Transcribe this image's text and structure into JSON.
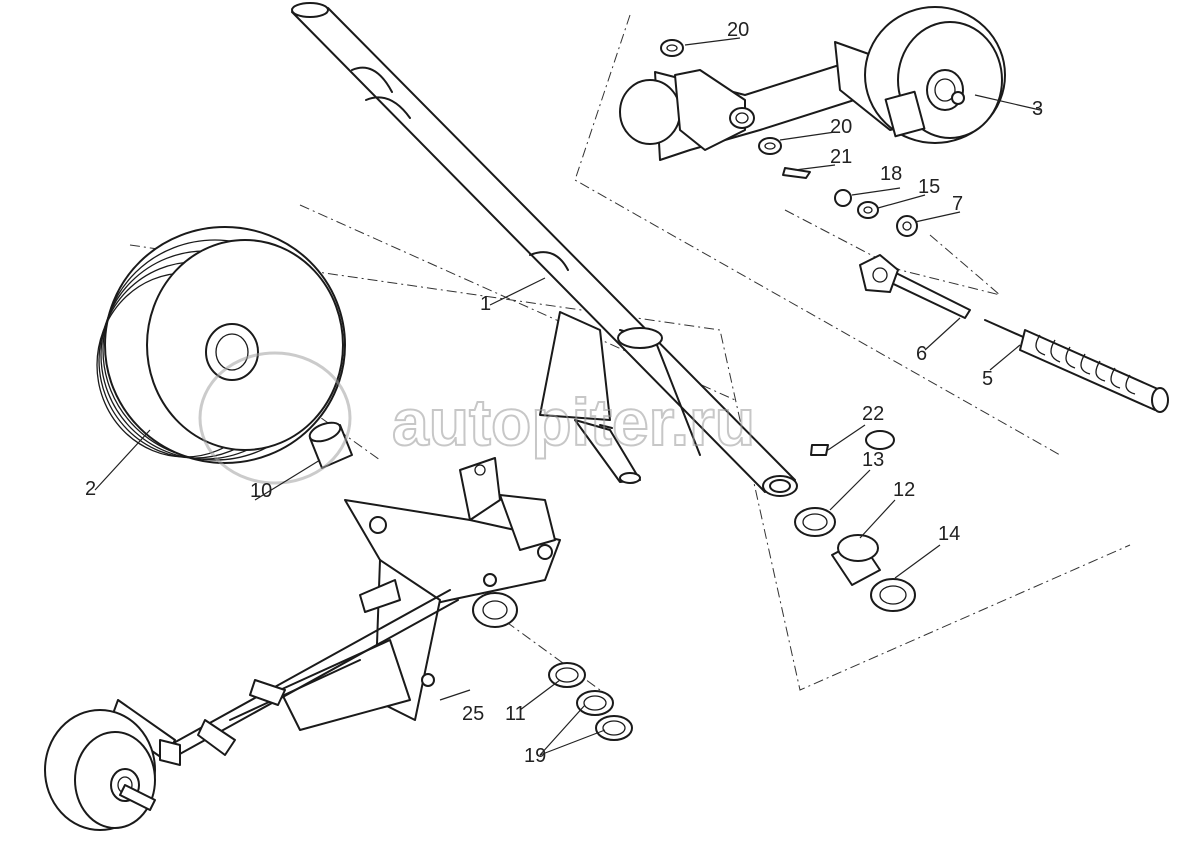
{
  "watermark": {
    "text": "autopiter.ru",
    "logo_text": "a"
  },
  "callouts": [
    {
      "id": "c20a",
      "label": "20"
    },
    {
      "id": "c3",
      "label": "3"
    },
    {
      "id": "c20b",
      "label": "20"
    },
    {
      "id": "c21",
      "label": "21"
    },
    {
      "id": "c18",
      "label": "18"
    },
    {
      "id": "c15",
      "label": "15"
    },
    {
      "id": "c7",
      "label": "7"
    },
    {
      "id": "c1",
      "label": "1"
    },
    {
      "id": "c6",
      "label": "6"
    },
    {
      "id": "c5",
      "label": "5"
    },
    {
      "id": "c22",
      "label": "22"
    },
    {
      "id": "c13",
      "label": "13"
    },
    {
      "id": "c12",
      "label": "12"
    },
    {
      "id": "c14",
      "label": "14"
    },
    {
      "id": "c2",
      "label": "2"
    },
    {
      "id": "c10",
      "label": "10"
    },
    {
      "id": "c25",
      "label": "25"
    },
    {
      "id": "c11",
      "label": "11"
    },
    {
      "id": "c19",
      "label": "19"
    }
  ]
}
